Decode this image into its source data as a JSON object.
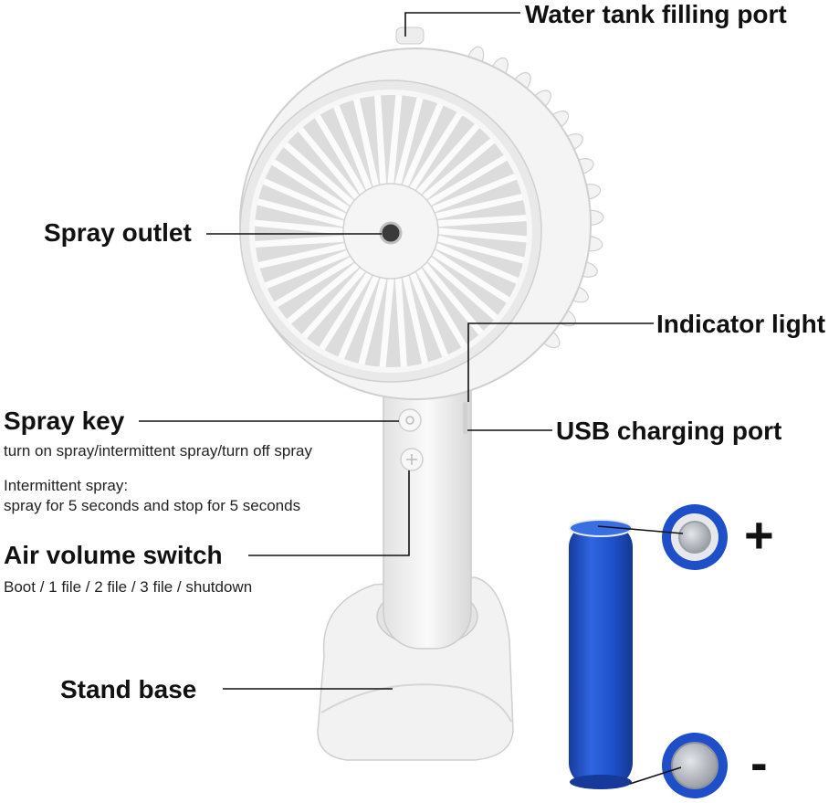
{
  "labels": {
    "water_tank": "Water tank filling port",
    "spray_outlet": "Spray outlet",
    "indicator_light": "Indicator light",
    "usb_port": "USB charging port",
    "spray_key": "Spray key",
    "spray_key_desc": "turn on spray/intermittent spray/turn off spray",
    "intermittent_title": "Intermittent spray:",
    "intermittent_desc": "spray for 5 seconds and stop for 5 seconds",
    "air_volume": "Air volume switch",
    "air_volume_desc": "Boot / 1 file / 2 file / 3 file / shutdown",
    "stand_base": "Stand base",
    "plus_sign": "+",
    "minus_sign": "-"
  },
  "colors": {
    "fan_body": "#f1f1f1",
    "fan_outline": "#c9c9c9",
    "battery_blue": "#1e4fc9",
    "terminal_silver": "#b9bcc2",
    "line": "#111111"
  },
  "icons": {
    "spray_key_button": "spray-button-icon",
    "air_volume_button": "fan-button-icon"
  }
}
